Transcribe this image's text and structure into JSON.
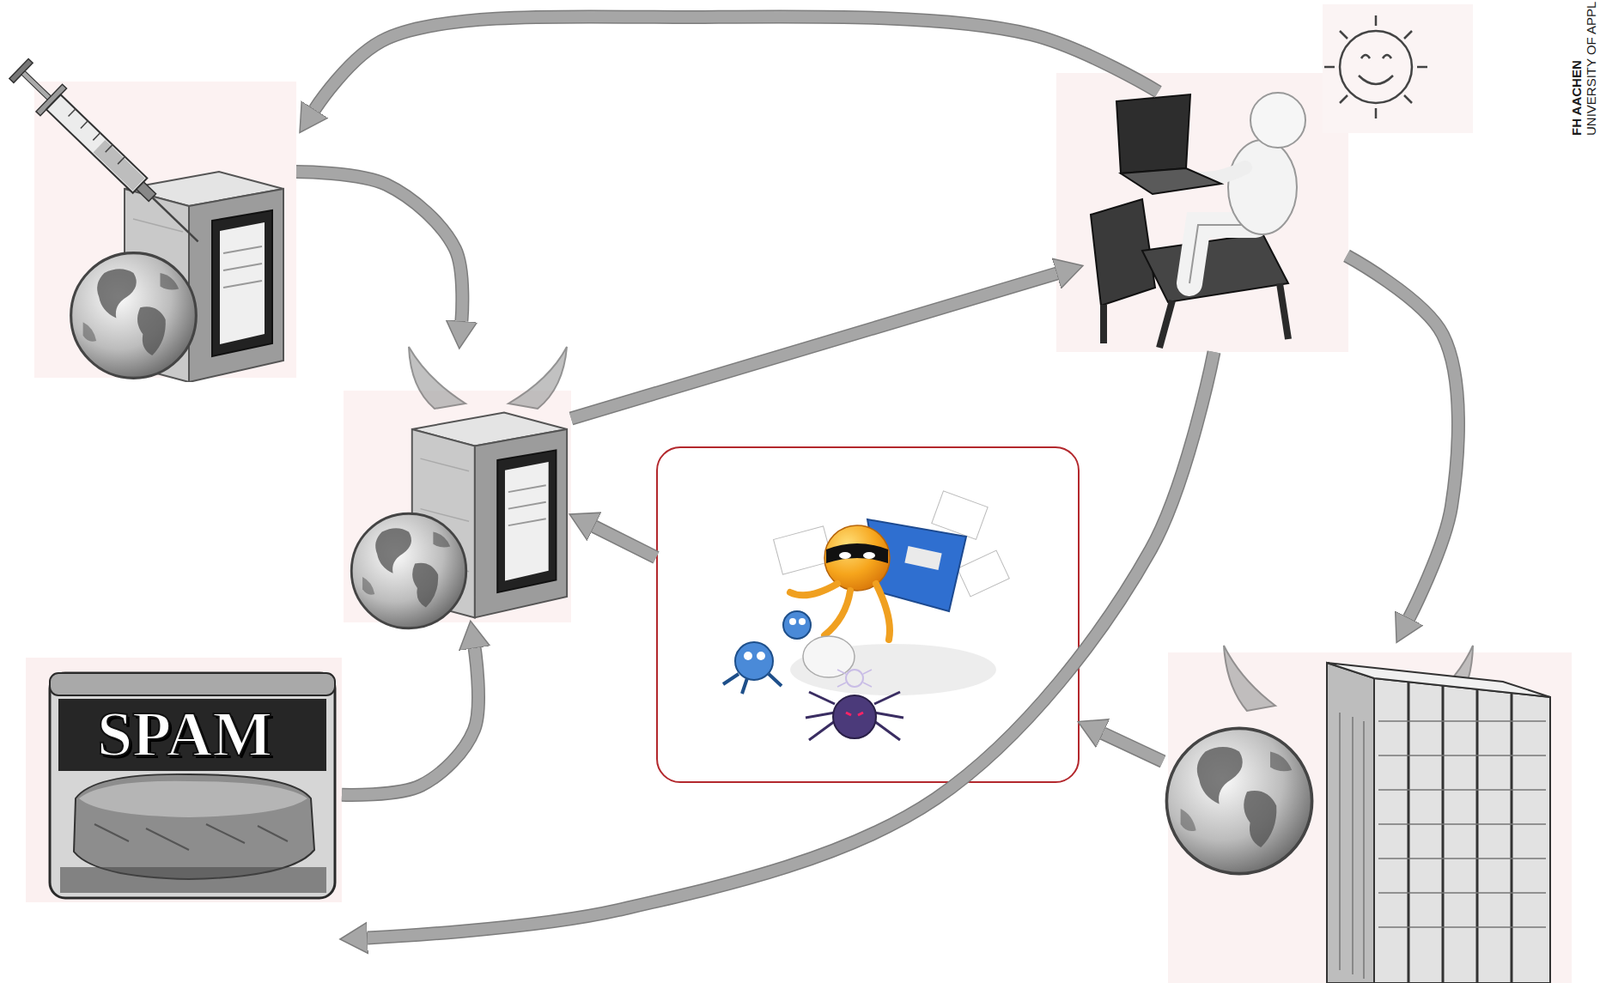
{
  "diagram": {
    "nodes": [
      {
        "text": []
      },
      {
        "text": []
      },
      {
        "text": []
      },
      {
        "text": []
      },
      {
        "text": [
          "SPAM"
        ]
      },
      {
        "text": []
      }
    ],
    "edges": [
      {
        "from": 1,
        "to": 0,
        "arrow": "to"
      },
      {
        "from": 0,
        "to": 2,
        "arrow": "to"
      },
      {
        "from": 2,
        "to": 1,
        "arrow": "to"
      },
      {
        "from": 3,
        "to": 2,
        "arrow": "to"
      },
      {
        "from": 4,
        "to": 2,
        "arrow": "to"
      },
      {
        "from": 1,
        "to": 4,
        "arrow": "to"
      },
      {
        "from": 1,
        "to": 5,
        "arrow": "to"
      },
      {
        "from": 5,
        "to": 3,
        "arrow": "to"
      }
    ],
    "labels": [
      "FH AACHEN",
      "UNIVERSITY OF APPL"
    ]
  }
}
